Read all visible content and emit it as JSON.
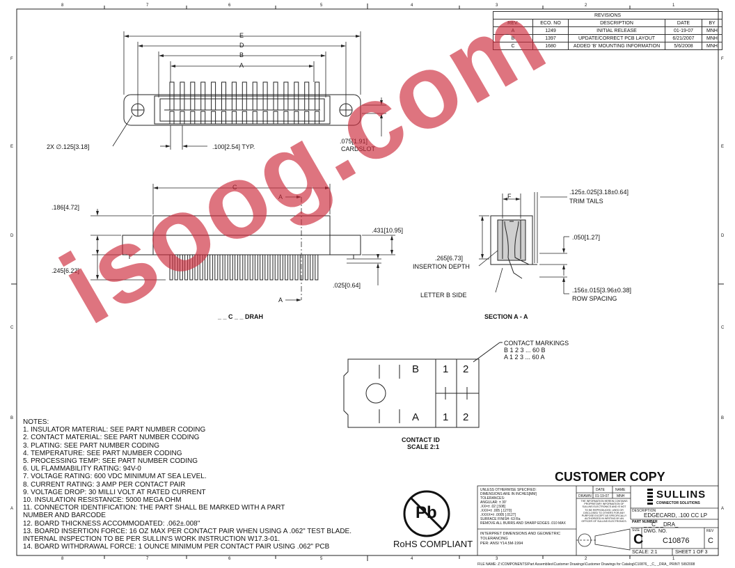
{
  "border": {
    "top_zones": [
      "8",
      "7",
      "6",
      "5",
      "4",
      "3",
      "2",
      "1"
    ],
    "bottom_zones": [
      "8",
      "7",
      "6",
      "5",
      "4",
      "3",
      "2",
      "1"
    ],
    "left_zones": [
      "F",
      "E",
      "D",
      "C",
      "B",
      "A"
    ],
    "right_zones": [
      "F",
      "E",
      "D",
      "C",
      "B",
      "A"
    ]
  },
  "revisions": {
    "title": "REVISIONS",
    "headers": [
      "REV.",
      "ECO. NO",
      "DESCRIPTION",
      "DATE",
      "BY"
    ],
    "rows": [
      [
        "A",
        "1249",
        "INITIAL RELEASE",
        "01-19-07",
        "MNH"
      ],
      [
        "B",
        "1397",
        "UPDATE/CORRECT PCB LAYOUT",
        "6/21/2007",
        "MNH"
      ],
      [
        "C",
        "1680",
        "ADDED 'B' MOUNTING INFORMATION",
        "5/6/2008",
        "MNH"
      ]
    ]
  },
  "top_view": {
    "dim_e": "E",
    "dim_d": "D",
    "dim_b": "B",
    "dim_a": "A",
    "hole": "2X ∅.125[3.18]",
    "pitch": ".100[2.54] TYP.",
    "cardslot_dim": ".075[1.91]",
    "cardslot": "CARDSLOT"
  },
  "side_view": {
    "dim_c": "C",
    "dim_186": ".186[4.72]",
    "dim_245": ".245[6.22]",
    "dim_431": ".431[10.95]",
    "dim_025": ".025[0.64]",
    "section_top": "A",
    "section_bottom": "A",
    "caption": "_ _ C _ _ DRAH"
  },
  "section_view": {
    "dim_f": "F",
    "trim": ".125±.025[3.18±0.64]",
    "trim_label": "TRIM TAILS",
    "dim_050": ".050[1.27]",
    "depth": ".265[6.73]",
    "depth_label": "INSERTION DEPTH",
    "letter_b_side": "LETTER B SIDE",
    "row_spacing": ".156±.015[3.96±0.38]",
    "row_spacing_label": "ROW SPACING",
    "caption": "SECTION  A - A"
  },
  "contact_id": {
    "markings_title": "CONTACT MARKINGS",
    "row_b": "B  1  2  3  ...  60  B",
    "row_a": "A  1  2  3  ...  60  A",
    "letter_b": "B",
    "letter_a": "A",
    "b1": "1",
    "b2": "2",
    "a1": "1",
    "a2": "2",
    "caption": "CONTACT  ID",
    "scale": "SCALE 2:1"
  },
  "notes": {
    "title": "NOTES:",
    "items": [
      "1.   INSULATOR MATERIAL: SEE PART NUMBER CODING",
      "2.   CONTACT MATERIAL:  SEE PART NUMBER CODING",
      "3.   PLATING:  SEE PART NUMBER CODING",
      "4.   TEMPERATURE: SEE PART NUMBER CODING",
      "5.   PROCESSING TEMP: SEE PART NUMBER CODING",
      "6.   UL FLAMMABILITY RATING: 94V-0",
      "7.   VOLTAGE RATING: 600 VDC MINIMUM AT SEA LEVEL.",
      "8.   CURRENT RATING: 3 AMP PER CONTACT PAIR",
      "9.   VOLTAGE DROP: 30 MILLI VOLT AT RATED CURRENT",
      "10. INSULATION RESISTANCE: 5000 MEGA OHM",
      "11. CONNECTOR IDENTIFICATION: THE PART SHALL BE MARKED WITH A PART",
      "       NUMBER AND BARCODE",
      "12. BOARD THICKNESS ACCOMMODATED: .062±.008\"",
      "13. BOARD INSERTION FORCE: 16 OZ MAX PER CONTACT PAIR WHEN USING A .062\" TEST BLADE.",
      "       INTERNAL INSPECTION TO BE PER SULLIN'S WORK INSTRUCTION W17.3-01.",
      "14. BOARD WITHDRAWAL FORCE: 1 OUNCE MINIMUM PER CONTACT PAIR USING .062\" PCB"
    ]
  },
  "rohs": "RoHS COMPLIANT",
  "rohs_symbol": "Pb",
  "customer_copy": "CUSTOMER COPY",
  "title_block": {
    "tol_lines": [
      "UNLESS OTHERWISE SPECIFIED:",
      "DIMENSIONS ARE IN INCHES[MM]",
      "TOLERANCES:",
      "ANGULAR: ± 30'",
      ".XX=± .02 [.508]",
      ".XXX=± .005 [.1270]",
      ".XXXX=± .0005 [.0127]",
      "SURFACE FINISH: 63 Ra",
      "REMOVE ALL BURRS AND SHARP EDGES .010 MAX"
    ],
    "interpret": [
      "INTERPRET DIMENSIONS AND GEOMETRIC",
      "TOLERANCING",
      "PER: ANSI Y14.5M-1994"
    ],
    "date_label": "DATE",
    "name_label": "NAME",
    "drawn_label": "DRAWN",
    "drawn_date": "01-19-07",
    "drawn_name": "MNH",
    "prop_lines": [
      "THE INFORMATION HEREIN CONTAINS",
      "PROPRIETARY INFORMATION OF",
      "SULLINS ELECTRONICS AND IS NOT",
      "TO BE REPRODUCED, USED OR",
      "DISCLOSED TO OTHERS FOR ANY",
      "PURPOSE EXCEPT AS SPECIFICALLY",
      "AUTHORIZED IN WRITING BY AN",
      "OFFICER OF SULLINS ELECTRONICS."
    ],
    "company": "SULLINS",
    "company_sub": "CONNECTOR SOLUTIONS",
    "desc_label": "DESCRIPTION",
    "description": "EDGECARD, .100 CC LP",
    "part_label": "PART NUMBER",
    "part_number": "_ _C_ _DRA_",
    "size_label": "SIZE",
    "size": "C",
    "dwg_label": "DWG.  NO.",
    "dwg_no": "C10876",
    "rev_label": "REV",
    "rev": "C",
    "scale": "SCALE: 2:1",
    "sheet": "SHEET 1 OF 3"
  },
  "filename": "FILE NAME: Z:\\COMPONENTS\\Part Assemblies\\Customer Drawings\\Customer Drawings for Catalog\\C10876_ _C_ _DRA_  PRINT: 5/8/2008",
  "watermark": "isoog.com"
}
